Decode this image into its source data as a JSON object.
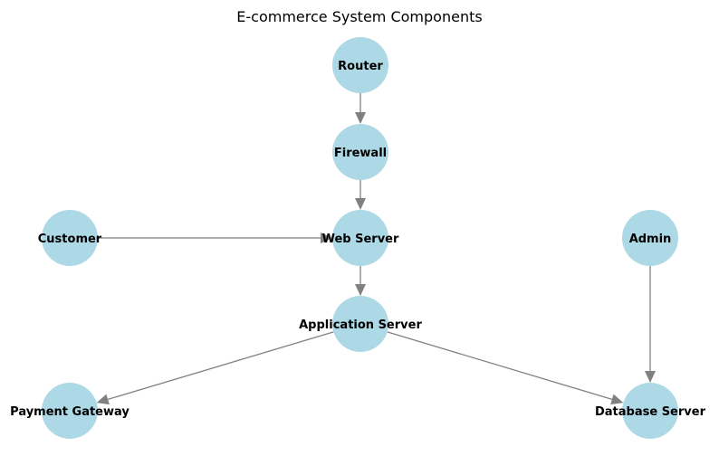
{
  "diagram": {
    "title": "E-commerce System Components",
    "node_color": "#add8e6",
    "edge_color": "#808080",
    "nodes": [
      {
        "id": "router",
        "label": "Router"
      },
      {
        "id": "firewall",
        "label": "Firewall"
      },
      {
        "id": "customer",
        "label": "Customer"
      },
      {
        "id": "web_server",
        "label": "Web Server"
      },
      {
        "id": "admin",
        "label": "Admin"
      },
      {
        "id": "application_server",
        "label": "Application Server"
      },
      {
        "id": "payment_gateway",
        "label": "Payment Gateway"
      },
      {
        "id": "database_server",
        "label": "Database Server"
      }
    ],
    "edges": [
      {
        "from": "router",
        "to": "firewall"
      },
      {
        "from": "firewall",
        "to": "web_server"
      },
      {
        "from": "customer",
        "to": "web_server"
      },
      {
        "from": "web_server",
        "to": "application_server"
      },
      {
        "from": "application_server",
        "to": "payment_gateway"
      },
      {
        "from": "application_server",
        "to": "database_server"
      },
      {
        "from": "admin",
        "to": "database_server"
      }
    ]
  }
}
